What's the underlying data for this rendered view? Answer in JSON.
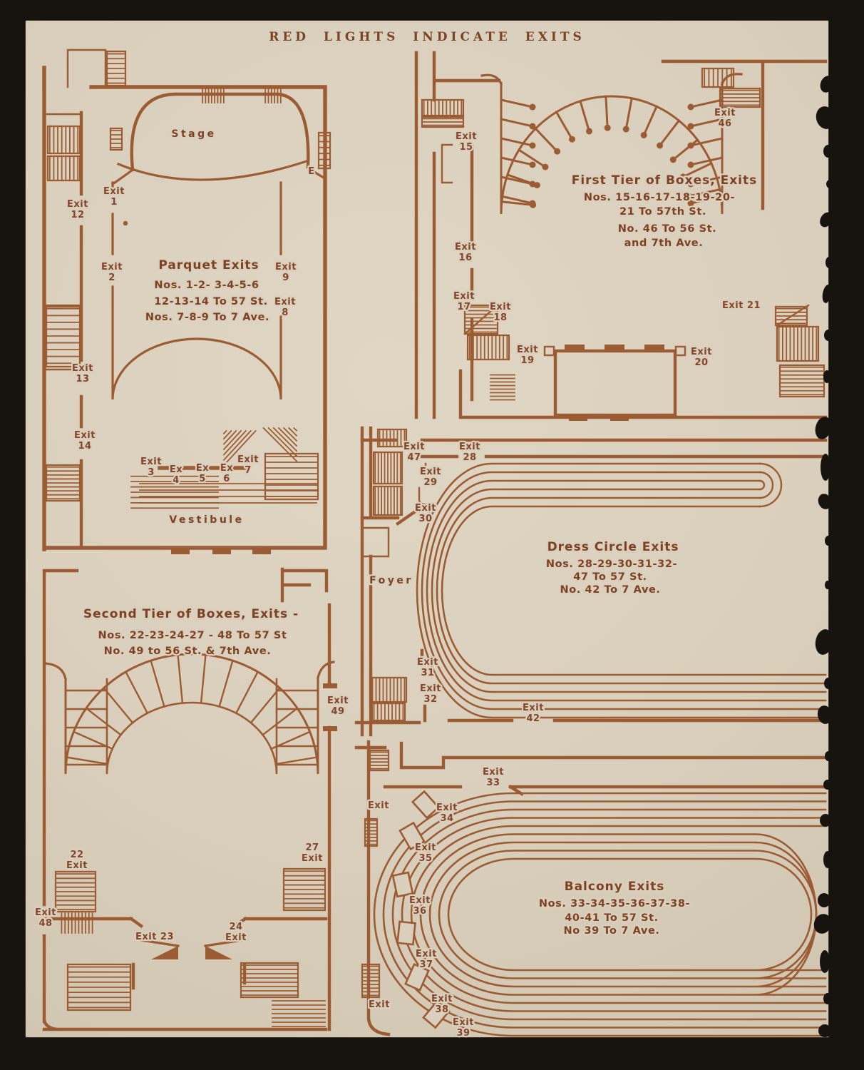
{
  "page": {
    "header": "RED LIGHTS INDICATE EXITS"
  },
  "colors": {
    "ink": "#9c5c33",
    "paper": "#d9cfbc",
    "background": "#17140f"
  },
  "parquet": {
    "title": "Parquet Exits",
    "lines": [
      "Nos. 1-2- 3-4-5-6",
      "12-13-14 To 57 St.",
      "Nos. 7-8-9 To 7 Ave."
    ],
    "stage": "Stage",
    "vestibule": "Vestibule",
    "door": "E",
    "exits": {
      "e1": "Exit\n1",
      "e2": "Exit\n2",
      "e3": "Exit\n3",
      "e4": "Ex\n4",
      "e5": "Ex\n5",
      "e6": "Ex\n6",
      "e7": "Exit\n7",
      "e8": "Exit\n8",
      "e9": "Exit\n9",
      "e12": "Exit\n12",
      "e13": "Exit\n13",
      "e14": "Exit\n14"
    }
  },
  "first_tier": {
    "title": "First Tier of Boxes, Exits",
    "lines": [
      "Nos. 15-16-17-18-19-20-",
      "21 To 57th St.",
      "No. 46 To 56 St.",
      "and 7th Ave."
    ],
    "exits": {
      "e15": "Exit\n15",
      "e16": "Exit\n16",
      "e17": "Exit\n17",
      "e18": "Exit\n18",
      "e19": "Exit\n19",
      "e20": "Exit\n20",
      "e21": "Exit 21",
      "e46": "Exit\n46"
    }
  },
  "dress_circle": {
    "title": "Dress Circle Exits",
    "lines": [
      "Nos. 28-29-30-31-32-",
      "47 To 57 St.",
      "No. 42 To 7 Ave."
    ],
    "foyer": "Foyer",
    "exits": {
      "e28": "Exit\n28",
      "e29": "Exit\n29",
      "e30": "Exit\n30",
      "e31": "Exit\n31",
      "e32": "Exit\n32",
      "e42": "Exit\n42",
      "e47": "Exit\n47"
    }
  },
  "second_tier": {
    "title": "Second Tier of Boxes, Exits -",
    "lines": [
      "Nos. 22-23-24-27 - 48 To 57 St",
      "No. 49 to 56 St. & 7th Ave."
    ],
    "exits": {
      "e22": "22\nExit",
      "e23": "Exit 23",
      "e24": "24\nExit",
      "e27": "27\nExit",
      "e48": "Exit\n48",
      "e49": "Exit\n49"
    }
  },
  "balcony": {
    "title": "Balcony Exits",
    "lines": [
      "Nos. 33-34-35-36-37-38-",
      "40-41 To 57 St.",
      "No 39 To 7 Ave."
    ],
    "exits": {
      "e33": "Exit\n33",
      "e34": "Exit\n34",
      "e35": "Exit\n35",
      "e36": "Exit\n36",
      "e37": "Exit\n37",
      "e38": "Exit\n38",
      "e39": "Exit\n39",
      "side_upper": "Exit",
      "side_lower": "Exit"
    }
  }
}
